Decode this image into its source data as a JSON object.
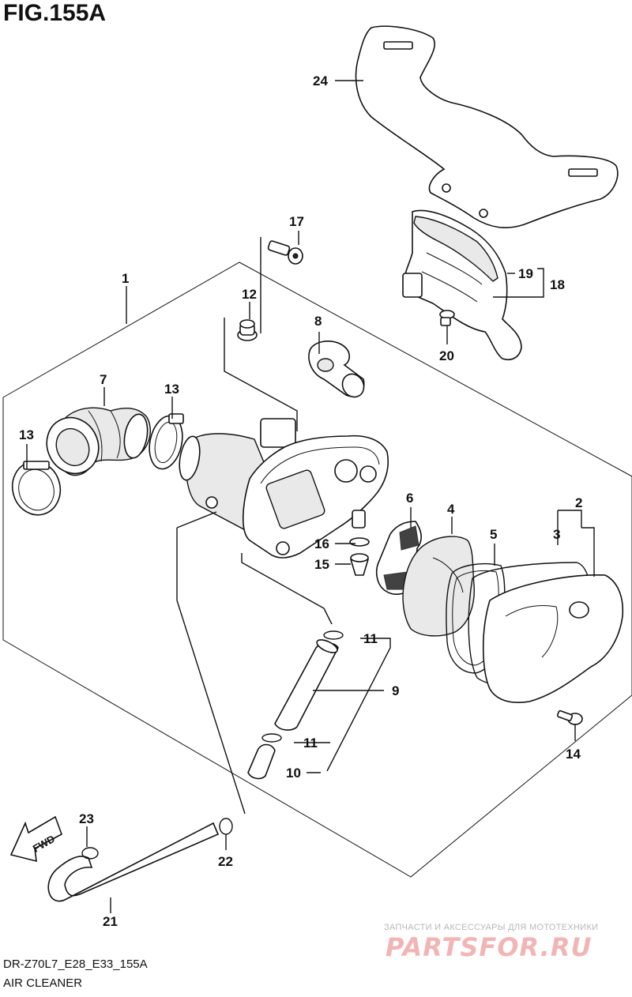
{
  "figure": {
    "title": "FIG.155A",
    "code": "DR-Z70L7_E28_E33_155A",
    "name": "AIR CLEANER"
  },
  "callouts": [
    {
      "id": "c1",
      "label": "1"
    },
    {
      "id": "c2",
      "label": "2"
    },
    {
      "id": "c3",
      "label": "3"
    },
    {
      "id": "c4",
      "label": "4"
    },
    {
      "id": "c5",
      "label": "5"
    },
    {
      "id": "c6",
      "label": "6"
    },
    {
      "id": "c7",
      "label": "7"
    },
    {
      "id": "c8",
      "label": "8"
    },
    {
      "id": "c9",
      "label": "9"
    },
    {
      "id": "c10",
      "label": "10"
    },
    {
      "id": "c11a",
      "label": "11"
    },
    {
      "id": "c11b",
      "label": "11"
    },
    {
      "id": "c12",
      "label": "12"
    },
    {
      "id": "c13a",
      "label": "13"
    },
    {
      "id": "c13b",
      "label": "13"
    },
    {
      "id": "c14",
      "label": "14"
    },
    {
      "id": "c15",
      "label": "15"
    },
    {
      "id": "c16",
      "label": "16"
    },
    {
      "id": "c17",
      "label": "17"
    },
    {
      "id": "c18",
      "label": "18"
    },
    {
      "id": "c19",
      "label": "19"
    },
    {
      "id": "c20",
      "label": "20"
    },
    {
      "id": "c21",
      "label": "21"
    },
    {
      "id": "c22",
      "label": "22"
    },
    {
      "id": "c23",
      "label": "23"
    },
    {
      "id": "c24",
      "label": "24"
    }
  ],
  "fwd_label": "FWD",
  "watermark": {
    "tagline": "ЗАПЧАСТИ И АКСЕССУАРЫ ДЛЯ МОТОТЕХНИКИ",
    "brand": "PARTSFOR.RU",
    "brand_color": "#f2b5b5"
  }
}
